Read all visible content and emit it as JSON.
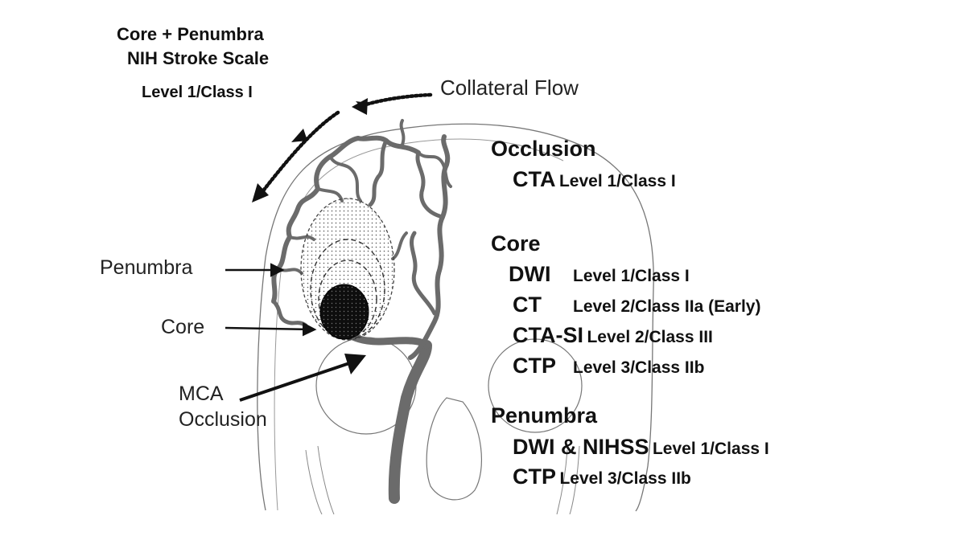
{
  "top_left": {
    "line1": "Core + Penumbra",
    "line2": "NIH Stroke Scale",
    "level": "Level 1/Class I"
  },
  "collateral_flow": "Collateral Flow",
  "left_labels": {
    "penumbra": "Penumbra",
    "core": "Core",
    "mca_line1": "MCA",
    "mca_line2": "Occlusion"
  },
  "occlusion": {
    "heading": "Occlusion",
    "rows": [
      {
        "key": "CTA",
        "value": "Level 1/Class I"
      }
    ]
  },
  "core": {
    "heading": "Core",
    "rows": [
      {
        "key": "DWI",
        "value": "Level 1/Class I"
      },
      {
        "key": "CT",
        "value": "Level 2/Class IIa (Early)"
      },
      {
        "key": "CTA-SI",
        "value": "Level 2/Class III"
      },
      {
        "key": "CTP",
        "value": "Level 3/Class IIb"
      }
    ]
  },
  "penumbra": {
    "heading": "Penumbra",
    "rows": [
      {
        "key": "DWI & NIHSS",
        "value": "Level 1/Class I"
      },
      {
        "key": "CTP",
        "value": "Level 3/Class IIb"
      }
    ]
  },
  "colors": {
    "vessel": "#6b6b6b",
    "core": "#111111",
    "outline": "#555555"
  }
}
